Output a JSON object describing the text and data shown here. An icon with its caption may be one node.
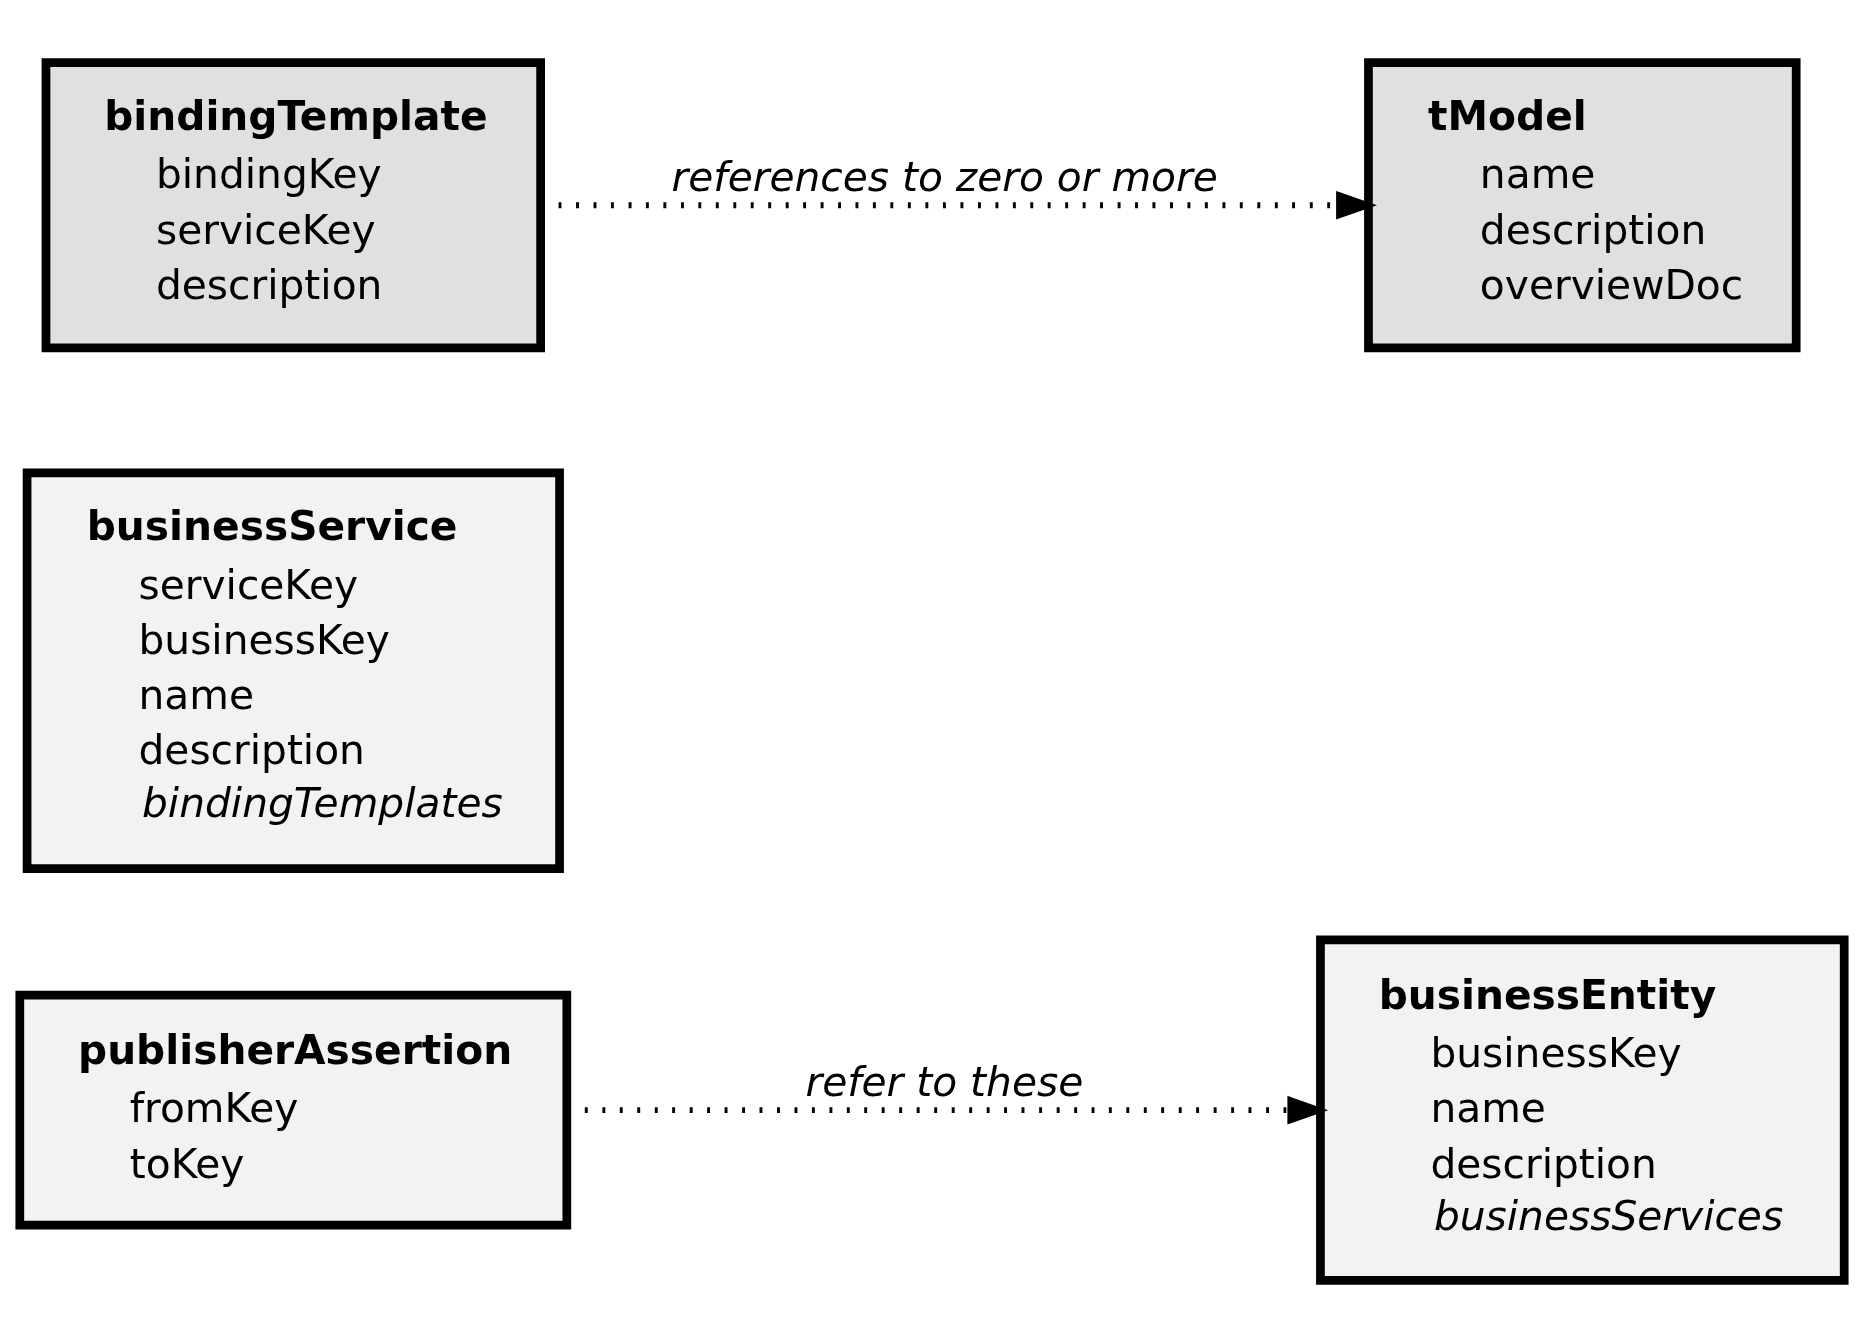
{
  "diagram": {
    "nodes": [
      {
        "text": [
          "businessEntity",
          "businessKey",
          "name",
          "description",
          "businessServices"
        ]
      },
      {
        "text": [
          "businessService",
          "serviceKey",
          "businessKey",
          "name",
          "description",
          "bindingTemplates"
        ]
      },
      {
        "text": [
          "bindingTemplate",
          "bindingKey",
          "serviceKey",
          "description"
        ]
      },
      {
        "text": [
          "tModel",
          "name",
          "description",
          "overviewDoc"
        ]
      },
      {
        "text": [
          "publisherAssertion",
          "fromKey",
          "toKey"
        ]
      }
    ],
    "edges": [
      {
        "from": 4,
        "to": 0,
        "arrow": "to",
        "label": "refer to these",
        "style": "dashed"
      },
      {
        "from": 2,
        "to": 3,
        "arrow": "to",
        "label": "references to zero or more",
        "style": "dashed"
      }
    ]
  }
}
